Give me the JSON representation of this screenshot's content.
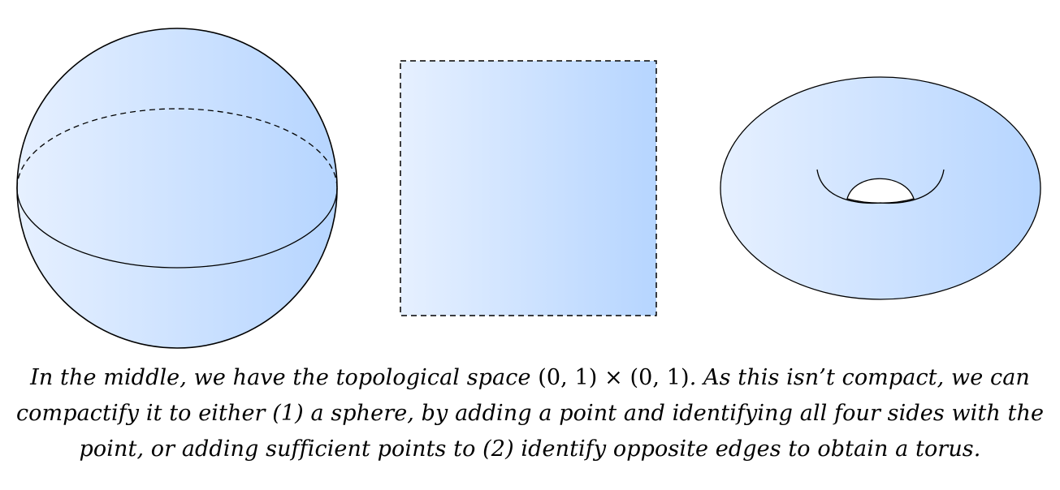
{
  "colors": {
    "fill_light": "#e6f0ff",
    "fill_dark": "#b6d5ff",
    "stroke": "#000000",
    "background": "#ffffff"
  },
  "shapes": [
    {
      "name": "sphere",
      "outline": "solid",
      "equator": "dashed back, solid front"
    },
    {
      "name": "open-square",
      "outline": "dashed"
    },
    {
      "name": "torus",
      "outline": "solid",
      "hole": "open"
    }
  ],
  "caption": {
    "line1_a": "In the middle, we have the topological space ",
    "line1_math": "(0, 1) × (0, 1)",
    "line1_b": ". As this isn’t compact, we can",
    "line2": "compactify it to either (1) a sphere, by adding a point and identifying all four sides with the",
    "line3": "point, or adding sufficient points to (2) identify opposite edges to obtain a torus."
  }
}
